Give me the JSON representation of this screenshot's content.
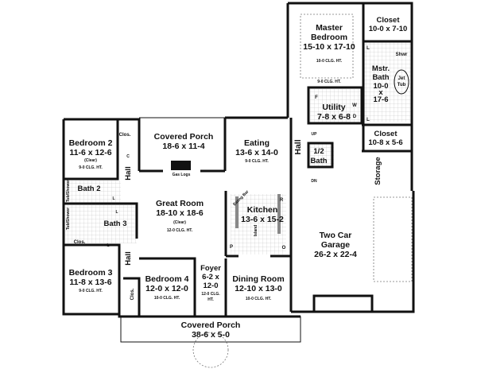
{
  "rooms": {
    "master_bedroom": {
      "name1": "Master",
      "name2": "Bedroom",
      "size": "15-10 x 17-10",
      "clg": "10-0 CLG. HT.",
      "clg2": "9-0 CLG. HT."
    },
    "closet_master": {
      "name": "Closet",
      "size": "10-0 x 7-10"
    },
    "master_bath": {
      "name1": "Mstr.",
      "name2": "Bath",
      "size1": "10-0",
      "size2": "x",
      "size3": "17-6",
      "shower": "Shwr",
      "tub1": "Jet",
      "tub2": "Tub"
    },
    "utility": {
      "name": "Utility",
      "size": "7-8 x 6-8",
      "f": "F",
      "w": "W",
      "d": "D"
    },
    "closet_hall": {
      "name": "Closet",
      "size": "10-8 x 5-6"
    },
    "storage": {
      "name": "Storage"
    },
    "hall_east": {
      "name": "Hall"
    },
    "half_bath": {
      "name1": "1/2",
      "name2": "Bath"
    },
    "stairs": {
      "up": "UP",
      "dn": "DN"
    },
    "eating": {
      "name": "Eating",
      "size": "13-6 x 14-0",
      "clg": "9-0 CLG. HT."
    },
    "covered_porch_rear": {
      "name": "Covered Porch",
      "size": "18-6 x 11-4",
      "gas_logs": "Gas Logs"
    },
    "bedroom2": {
      "name": "Bedroom 2",
      "size": "11-6 x 12-6",
      "note": "(Clear)",
      "clg": "9-0 CLG. HT.",
      "closet": "Clos.",
      "c": "C"
    },
    "hall_west_upper": {
      "name": "Hall"
    },
    "bath2": {
      "name": "Bath 2",
      "l": "L",
      "tub": "Tub/Shower"
    },
    "bath3": {
      "name": "Bath 3",
      "l": "L",
      "tub": "Tub/Shower"
    },
    "great_room": {
      "name": "Great Room",
      "size": "18-10 x 18-6",
      "note": "(Clear)",
      "clg": "12-0 CLG. HT."
    },
    "kitchen": {
      "name": "Kitchen",
      "size": "13-6 x 15-2",
      "eating_bar": "Eating Bar",
      "island": "Island",
      "p": "P",
      "r": "R",
      "o": "O"
    },
    "garage": {
      "name1": "Two Car",
      "name2": "Garage",
      "size": "26-2 x 22-4"
    },
    "bedroom3": {
      "name": "Bedroom 3",
      "size": "11-8 x 13-6",
      "clg": "9-0 CLG. HT.",
      "closet": "Clos."
    },
    "hall_west_lower": {
      "name": "Hall"
    },
    "bedroom4": {
      "name": "Bedroom 4",
      "size": "12-0 x 12-0",
      "clg": "10-0 CLG. HT.",
      "closet": "Clos."
    },
    "foyer": {
      "name": "Foyer",
      "size1": "6-2 x",
      "size2": "12-0",
      "clg1": "12-0 CLG.",
      "clg2": "HT."
    },
    "dining": {
      "name": "Dining Room",
      "size": "12-10 x 13-0",
      "clg": "10-0 CLG. HT."
    },
    "covered_porch_front": {
      "name": "Covered Porch",
      "size": "38-6 x 5-0"
    },
    "laundry_l": "L"
  }
}
